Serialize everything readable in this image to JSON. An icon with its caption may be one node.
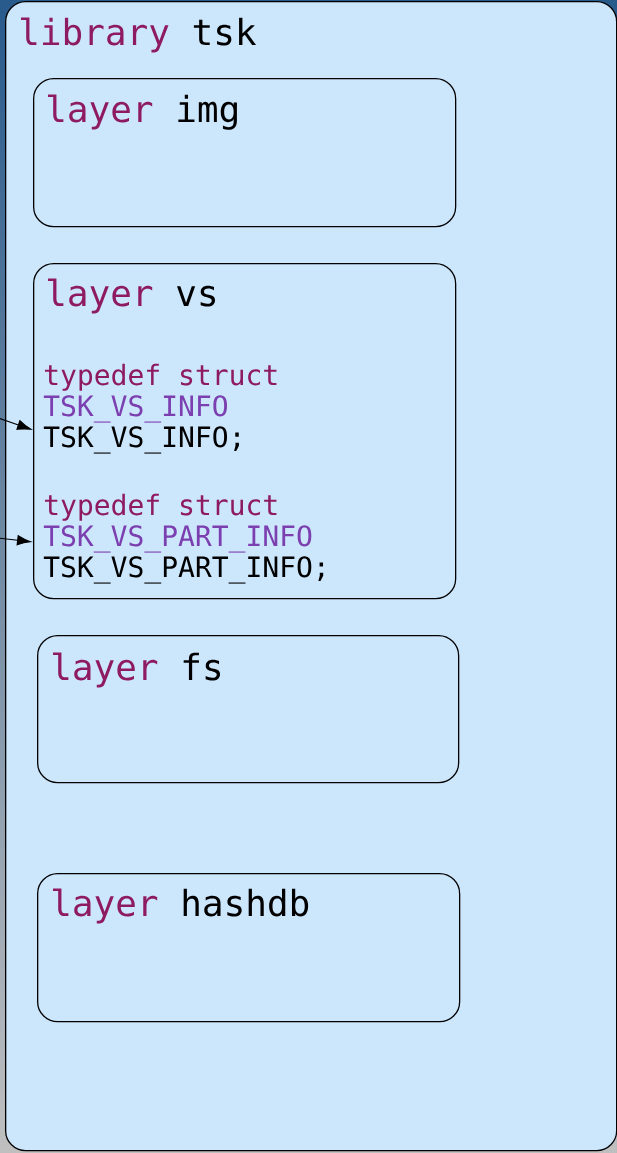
{
  "diagram": {
    "nodes": [
      {
        "text": [
          "library",
          "tsk"
        ]
      },
      {
        "text": [
          "layer",
          "img"
        ],
        "in": 0
      },
      {
        "text": [
          "layer",
          "vs",
          "typedef struct",
          "TSK_VS_INFO",
          "TSK_VS_INFO;",
          "typedef struct",
          "TSK_VS_PART_INFO",
          "TSK_VS_PART_INFO;"
        ],
        "in": 0
      },
      {
        "text": [
          "layer",
          "fs"
        ],
        "in": 0
      },
      {
        "text": [
          "layer",
          "hashdb"
        ],
        "in": 0
      }
    ],
    "edges": [
      {
        "from": null,
        "to": 2,
        "arrow": "to"
      },
      {
        "from": null,
        "to": 2,
        "arrow": "to"
      }
    ]
  }
}
